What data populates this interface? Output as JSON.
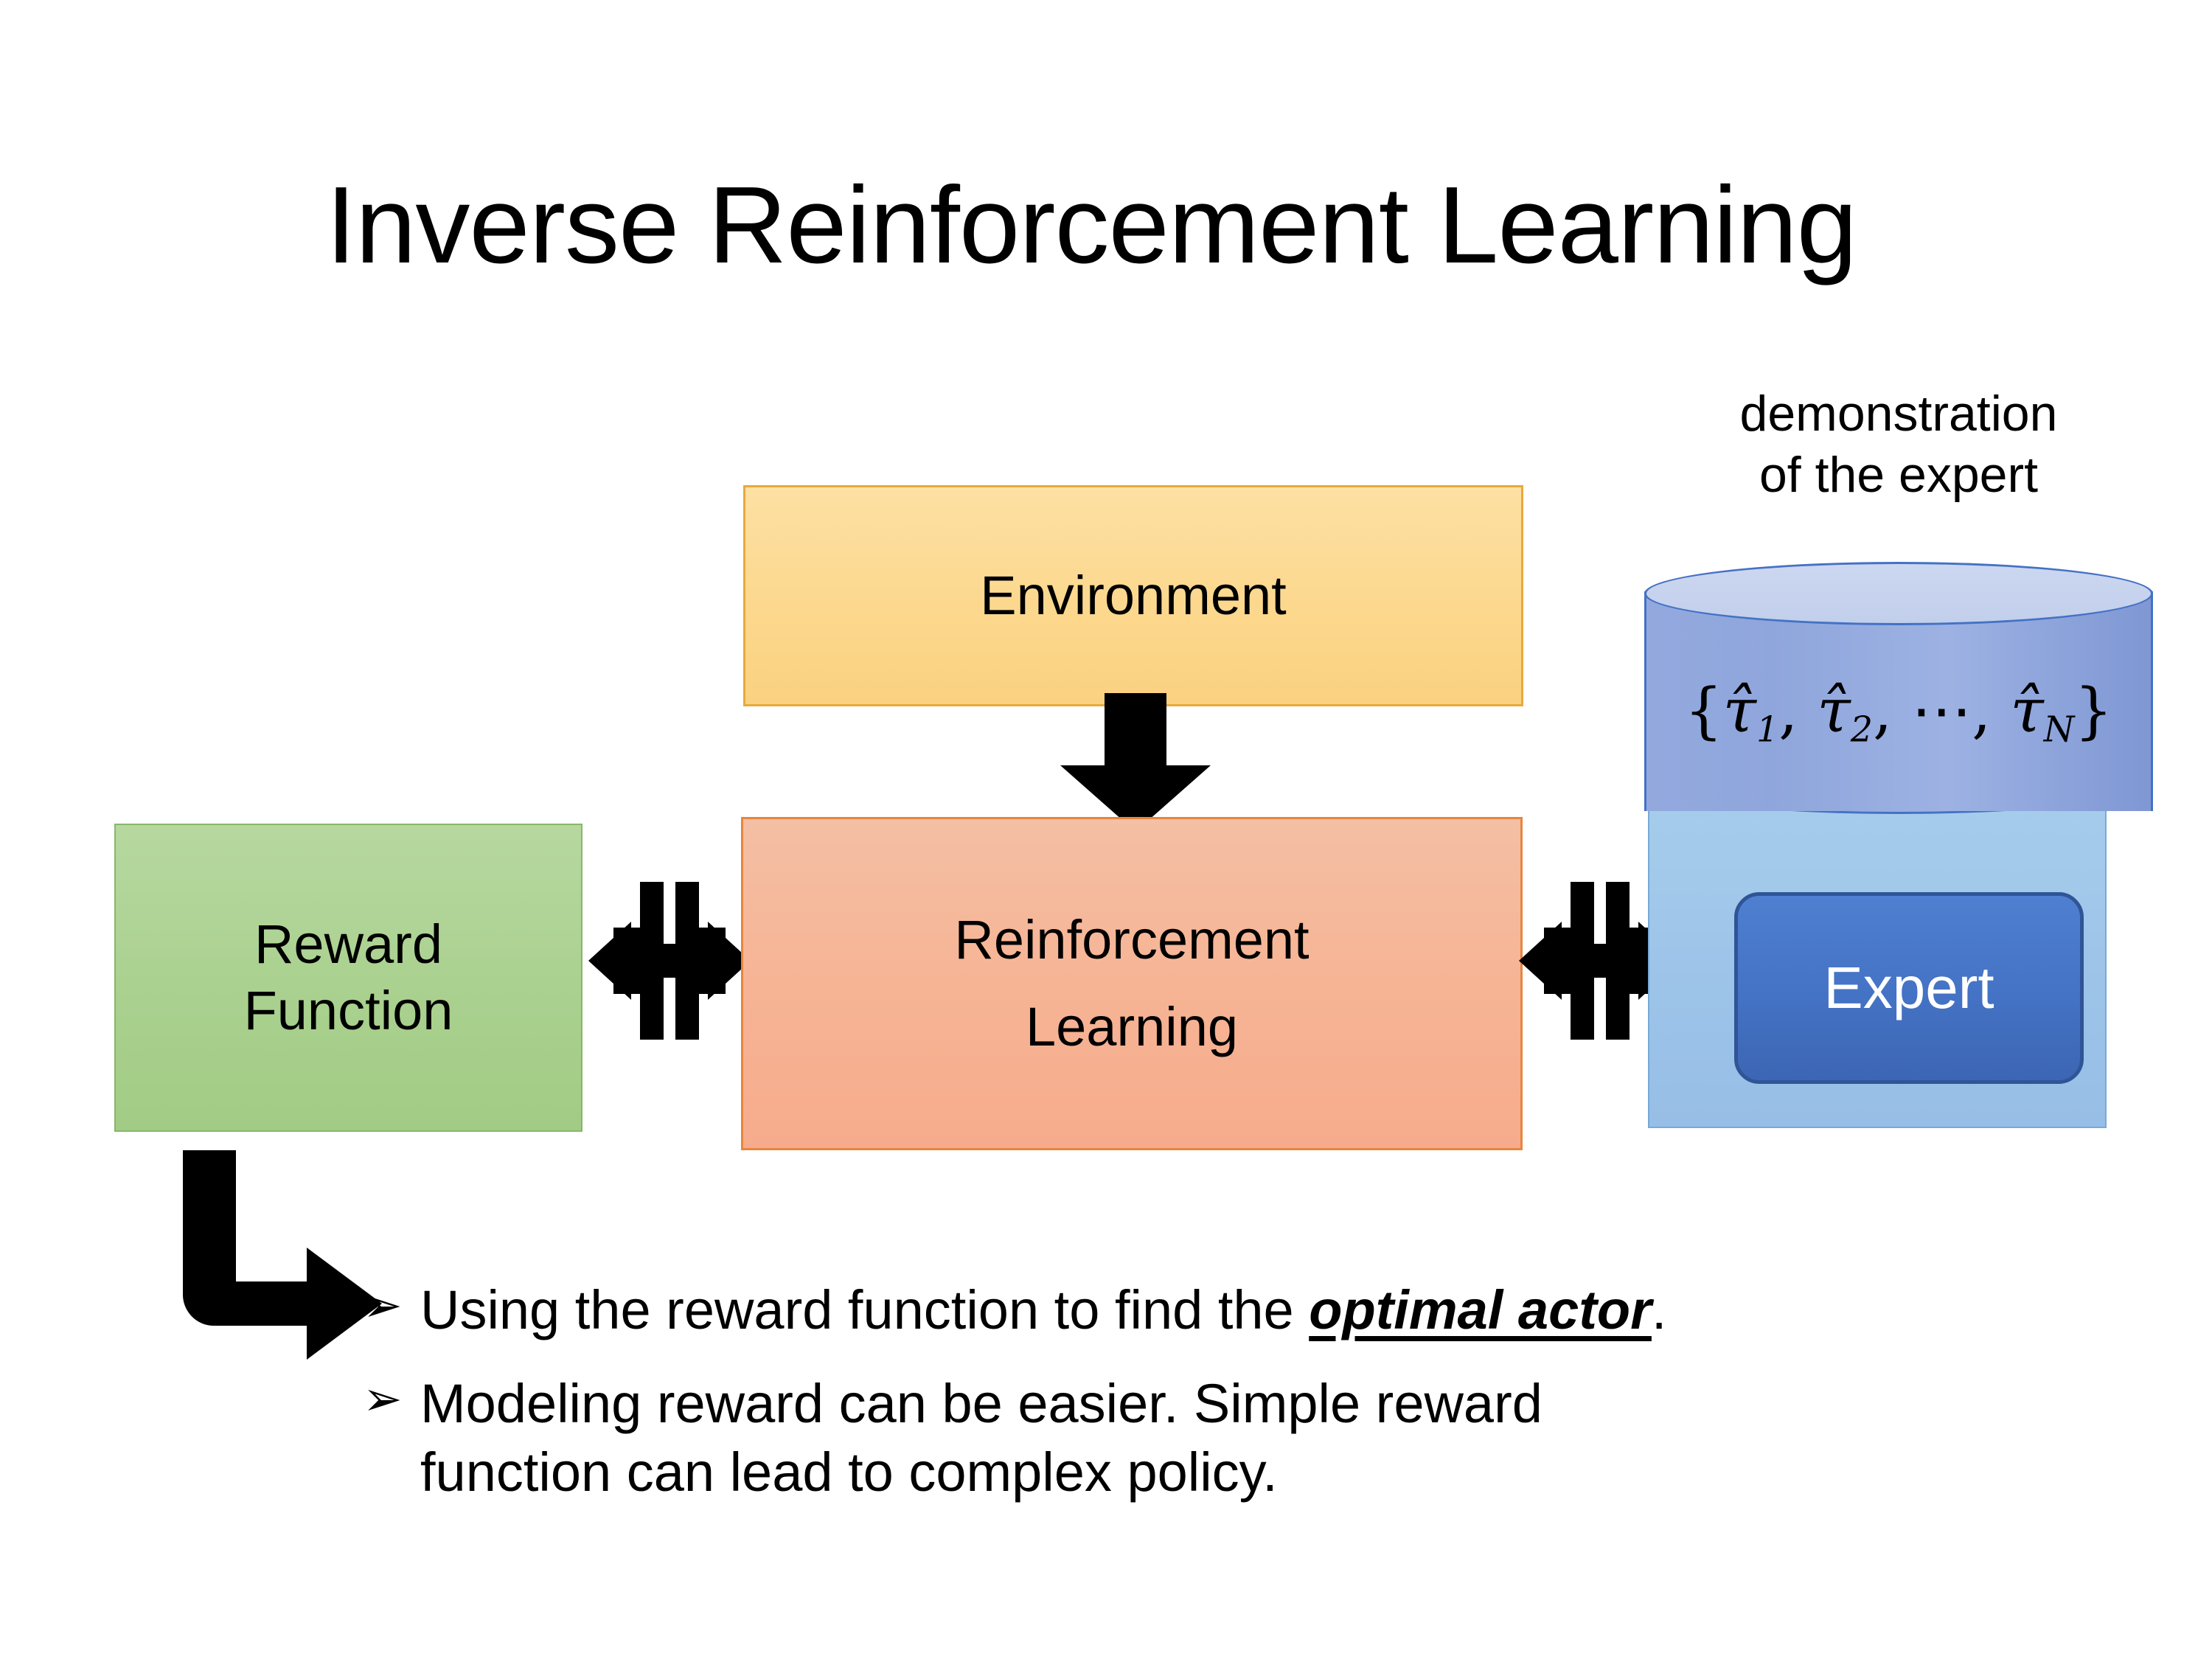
{
  "slide": {
    "title": "Inverse Reinforcement Learning"
  },
  "diagram": {
    "environment_box": {
      "label": "Environment",
      "fill": "#FCD88E",
      "border": "#E8A93B"
    },
    "reward_box": {
      "label_line1": "Reward",
      "label_line2": "Function",
      "fill": "#A9D08E",
      "border": "#86B76A"
    },
    "rl_box": {
      "label_line1": "Reinforcement",
      "label_line2": "Learning",
      "fill": "#F6B596",
      "border": "#E8853F"
    },
    "expert_panel": {
      "fill": "#9CC3E6",
      "border": "#77A9D8"
    },
    "expert_box": {
      "label": "Expert",
      "fill": "#4472C4",
      "border": "#2F5597",
      "text_color": "#FFFFFF"
    },
    "demonstration": {
      "caption_line1": "demonstration",
      "caption_line2": "of the expert",
      "cylinder_fill": "#8FA6DC",
      "cylinder_top_fill": "#C6D2EE",
      "cylinder_border": "#4472C4",
      "set_open": "{",
      "tau1": "τ̂",
      "tau1_sub": "1",
      "sep1": ",",
      "tau2": "τ̂",
      "tau2_sub": "2",
      "sep2": ",",
      "ellipsis": "⋯",
      "sep3": ",",
      "tauN": "τ̂",
      "tauN_sub": "N",
      "set_close": "}"
    },
    "arrows": {
      "environment_to_rl": "down-arrow-icon",
      "reward_rl_link": "four-way-arrow-icon",
      "rl_expert_link": "four-way-arrow-icon",
      "reward_to_bullets": "elbow-arrow-icon",
      "color": "#000000"
    }
  },
  "bullets": {
    "marker": "➢",
    "items": [
      {
        "text_before": "Using the reward function to find the ",
        "emphasis": "optimal actor",
        "text_after": ".",
        "line2": ""
      },
      {
        "text_before": "Modeling reward can be easier. Simple reward",
        "emphasis": "",
        "text_after": "",
        "line2": "function can lead to complex policy."
      }
    ]
  }
}
